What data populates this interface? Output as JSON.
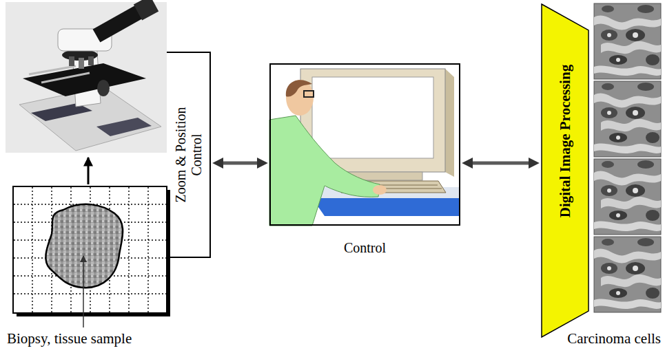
{
  "diagram": {
    "nodes": [
      {
        "text": [
          "Zoom & Position Control"
        ]
      },
      {
        "text": [
          "Control"
        ]
      },
      {
        "text": [
          "Digital Image Processing"
        ]
      }
    ],
    "edges": [
      {
        "from": 0,
        "to": 1,
        "arrow": "both"
      },
      {
        "from": 1,
        "to": 2,
        "arrow": "both"
      }
    ],
    "labels": [
      "Biopsy, tissue sample",
      "Carcinoma cells"
    ]
  }
}
